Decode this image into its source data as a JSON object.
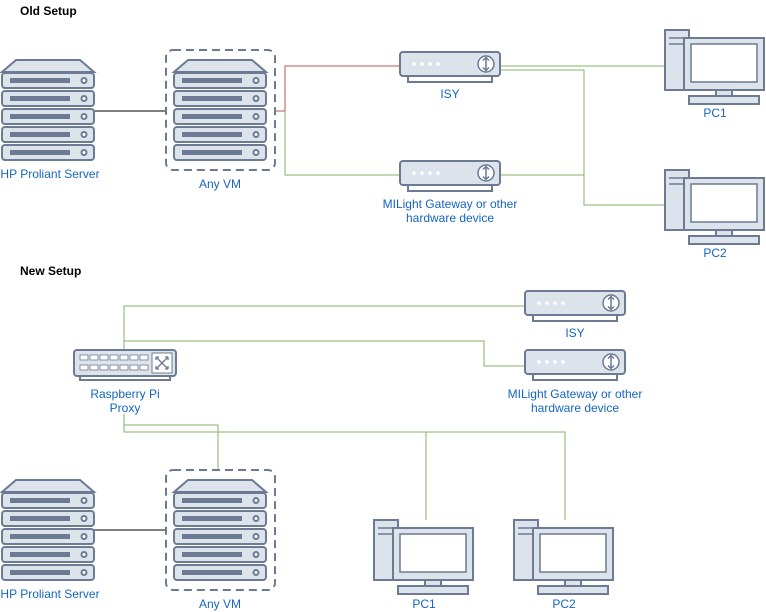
{
  "sections": {
    "old_title": "Old Setup",
    "new_title": "New Setup"
  },
  "old_setup": {
    "server_label": "HP Proliant Server",
    "vm_label": "Any VM",
    "isy_label": "ISY",
    "gateway_label_line1": "MILight Gateway or other",
    "gateway_label_line2": "hardware device",
    "pc1_label": "PC1",
    "pc2_label": "PC2"
  },
  "new_setup": {
    "isy_label": "ISY",
    "gateway_label_line1": "MILight Gateway or other",
    "gateway_label_line2": "hardware device",
    "proxy_label_line1": "Raspberry Pi",
    "proxy_label_line2": "Proxy",
    "server_label": "HP Proliant Server",
    "vm_label": "Any VM",
    "pc1_label": "PC1",
    "pc2_label": "PC2"
  },
  "colors": {
    "device_fill": "#dde3ea",
    "device_stroke": "#6c7a94",
    "label_text": "#1565c0",
    "line_green": "#82b366",
    "line_red": "#b85450",
    "line_black": "#000000",
    "vm_dash": "#6c7a94"
  },
  "icons": [
    "server-icon",
    "virtual-machine-icon",
    "network-appliance-icon",
    "desktop-pc-icon",
    "network-switch-icon"
  ]
}
